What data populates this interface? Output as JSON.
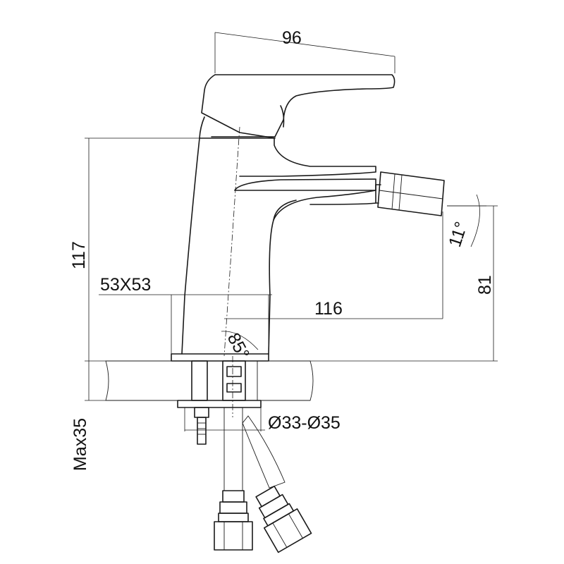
{
  "dimensions": {
    "handle_length": "96",
    "overall_height": "117",
    "spout_height": "81",
    "base_size": "53X53",
    "spout_reach": "116",
    "spray_angle": "11°",
    "body_angle": "85°",
    "hole_diameter": "Ø33-Ø35",
    "max_thickness": "Max35"
  },
  "colors": {
    "line": "#1a1a1a",
    "background": "#ffffff"
  }
}
